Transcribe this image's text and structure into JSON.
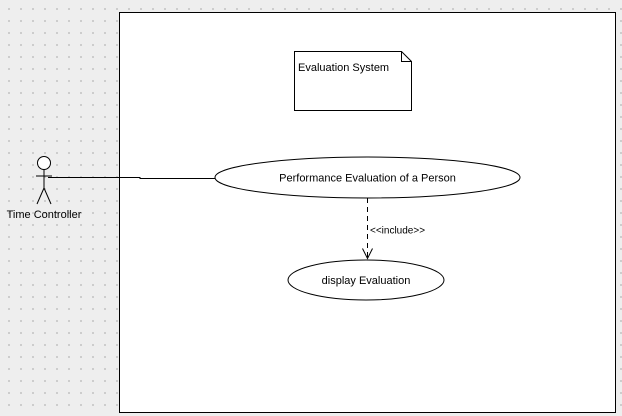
{
  "system_boundary": {
    "note_label": "Evaluation System"
  },
  "actors": [
    {
      "id": "time-controller",
      "label": "Time Controller"
    }
  ],
  "use_cases": [
    {
      "id": "performance-evaluation",
      "label": "Performance Evaluation of a Person"
    },
    {
      "id": "display-evaluation",
      "label": "display Evaluation"
    }
  ],
  "relationships": [
    {
      "type": "association",
      "from": "time-controller",
      "to": "performance-evaluation"
    },
    {
      "type": "include",
      "from": "performance-evaluation",
      "to": "display-evaluation",
      "stereotype": "<<include>>"
    }
  ],
  "colors": {
    "canvas_background": "#eeeeee",
    "grid_dot": "#c4c4c4",
    "shape_fill": "#ffffff",
    "stroke": "#000000"
  }
}
